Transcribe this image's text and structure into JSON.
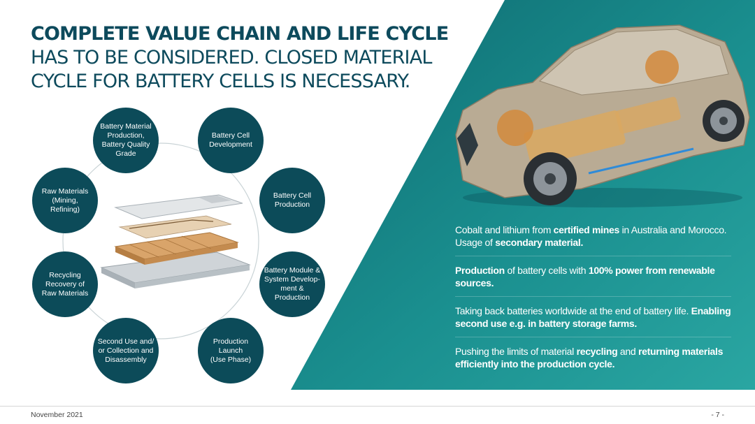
{
  "title": {
    "bold": "COMPLETE VALUE CHAIN AND LIFE CYCLE",
    "rest": " HAS TO BE CONSIDERED. CLOSED MATERIAL CYCLE FOR BATTERY CELLS IS NECESSARY."
  },
  "cycle": {
    "nodes": [
      {
        "lines": [
          "Battery Material",
          "Production,",
          "Battery Quality",
          "Grade"
        ]
      },
      {
        "lines": [
          "Battery Cell",
          "Development"
        ]
      },
      {
        "lines": [
          "Battery Cell",
          "Production"
        ]
      },
      {
        "lines": [
          "Battery Module &",
          "System Develop-",
          "ment & Production"
        ]
      },
      {
        "lines": [
          "Production Launch",
          "(Use Phase)"
        ]
      },
      {
        "lines": [
          "Second Use and/",
          "or Collection and",
          "Disassembly"
        ]
      },
      {
        "lines": [
          "Recycling",
          "Recovery of",
          "Raw Materials"
        ]
      },
      {
        "lines": [
          "Raw Materials",
          "(Mining, Refining)"
        ]
      }
    ]
  },
  "statements": [
    {
      "s1": "Cobalt and lithium from ",
      "b1": "certified mines",
      "s2": " in Australia and Morocco. Usage of ",
      "b2": "secondary material.",
      "s3": ""
    },
    {
      "s1": "",
      "b1": "Production",
      "s2": " of battery cells with ",
      "b2": "100% power from renewable sources.",
      "s3": ""
    },
    {
      "s1": "Taking back batteries worldwide at the end of battery life. ",
      "b1": "Enabling second use e.g. in battery storage farms.",
      "s2": "",
      "b2": "",
      "s3": ""
    },
    {
      "s1": "Pushing the limits of material ",
      "b1": "recycling",
      "s2": " and ",
      "b2": "returning materials efficiently into the production cycle.",
      "s3": ""
    }
  ],
  "footer": {
    "date": "November 2021",
    "page": "- 7 -"
  },
  "colors": {
    "teal_dark": "#0a5560",
    "teal_light": "#2aa6a0",
    "navy": "#0c4b59"
  }
}
